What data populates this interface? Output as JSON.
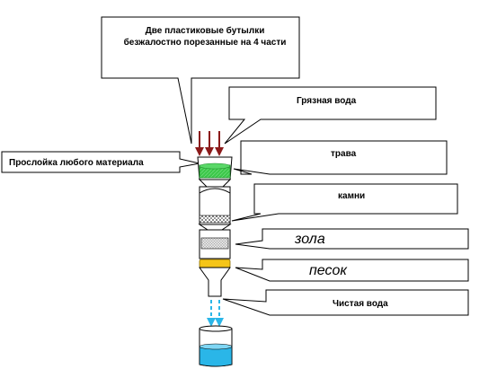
{
  "labels": {
    "bottles": "Две пластиковые бутылки безжалостно порезанные на 4 части",
    "dirty_water": "Грязная вода",
    "layer_material": "Прослойка любого материала",
    "grass": "трава",
    "stones": "камни",
    "ash": "зола",
    "sand": "песок",
    "clean_water": "Чистая вода"
  },
  "colors": {
    "arrow": "#8b1a1a",
    "grass": "#3cc84a",
    "stones": "#444444",
    "ash": "#cfcfcf",
    "sand": "#f5c518",
    "water": "#2ab6e8",
    "drip": "#2ab6e8"
  }
}
